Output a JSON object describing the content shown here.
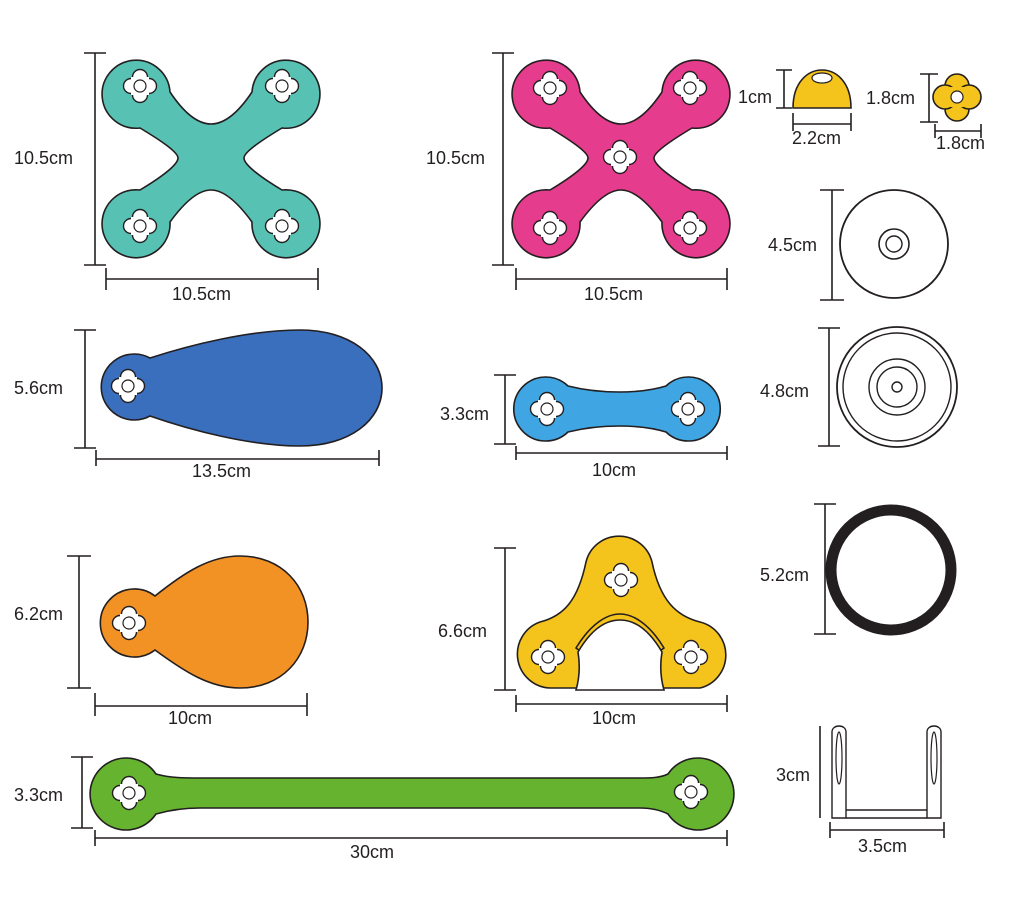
{
  "colors": {
    "teal": "#57c2b4",
    "magenta": "#e63c8e",
    "blue": "#3a6fbe",
    "light_blue": "#3fa6e3",
    "orange": "#f39224",
    "yellow": "#f5c41c",
    "green": "#65b32e",
    "black": "#231f20"
  },
  "labels": {
    "teal_x_height": "10.5cm",
    "teal_x_width": "10.5cm",
    "magenta_x_height": "10.5cm",
    "magenta_x_width": "10.5cm",
    "dome_height": "1cm",
    "dome_width": "2.2cm",
    "flower_height": "1.8cm",
    "flower_width": "1.8cm",
    "disc_45": "4.5cm",
    "disc_48": "4.8cm",
    "ring_52": "5.2cm",
    "blue_paddle_height": "5.6cm",
    "blue_paddle_width": "13.5cm",
    "link_short_height": "3.3cm",
    "link_short_width": "10cm",
    "orange_paddle_height": "6.2cm",
    "orange_paddle_width": "10cm",
    "arch_height": "6.6cm",
    "arch_width": "10cm",
    "clip_height": "3cm",
    "clip_width": "3.5cm",
    "long_link_height": "3.3cm",
    "long_link_width": "30cm"
  }
}
